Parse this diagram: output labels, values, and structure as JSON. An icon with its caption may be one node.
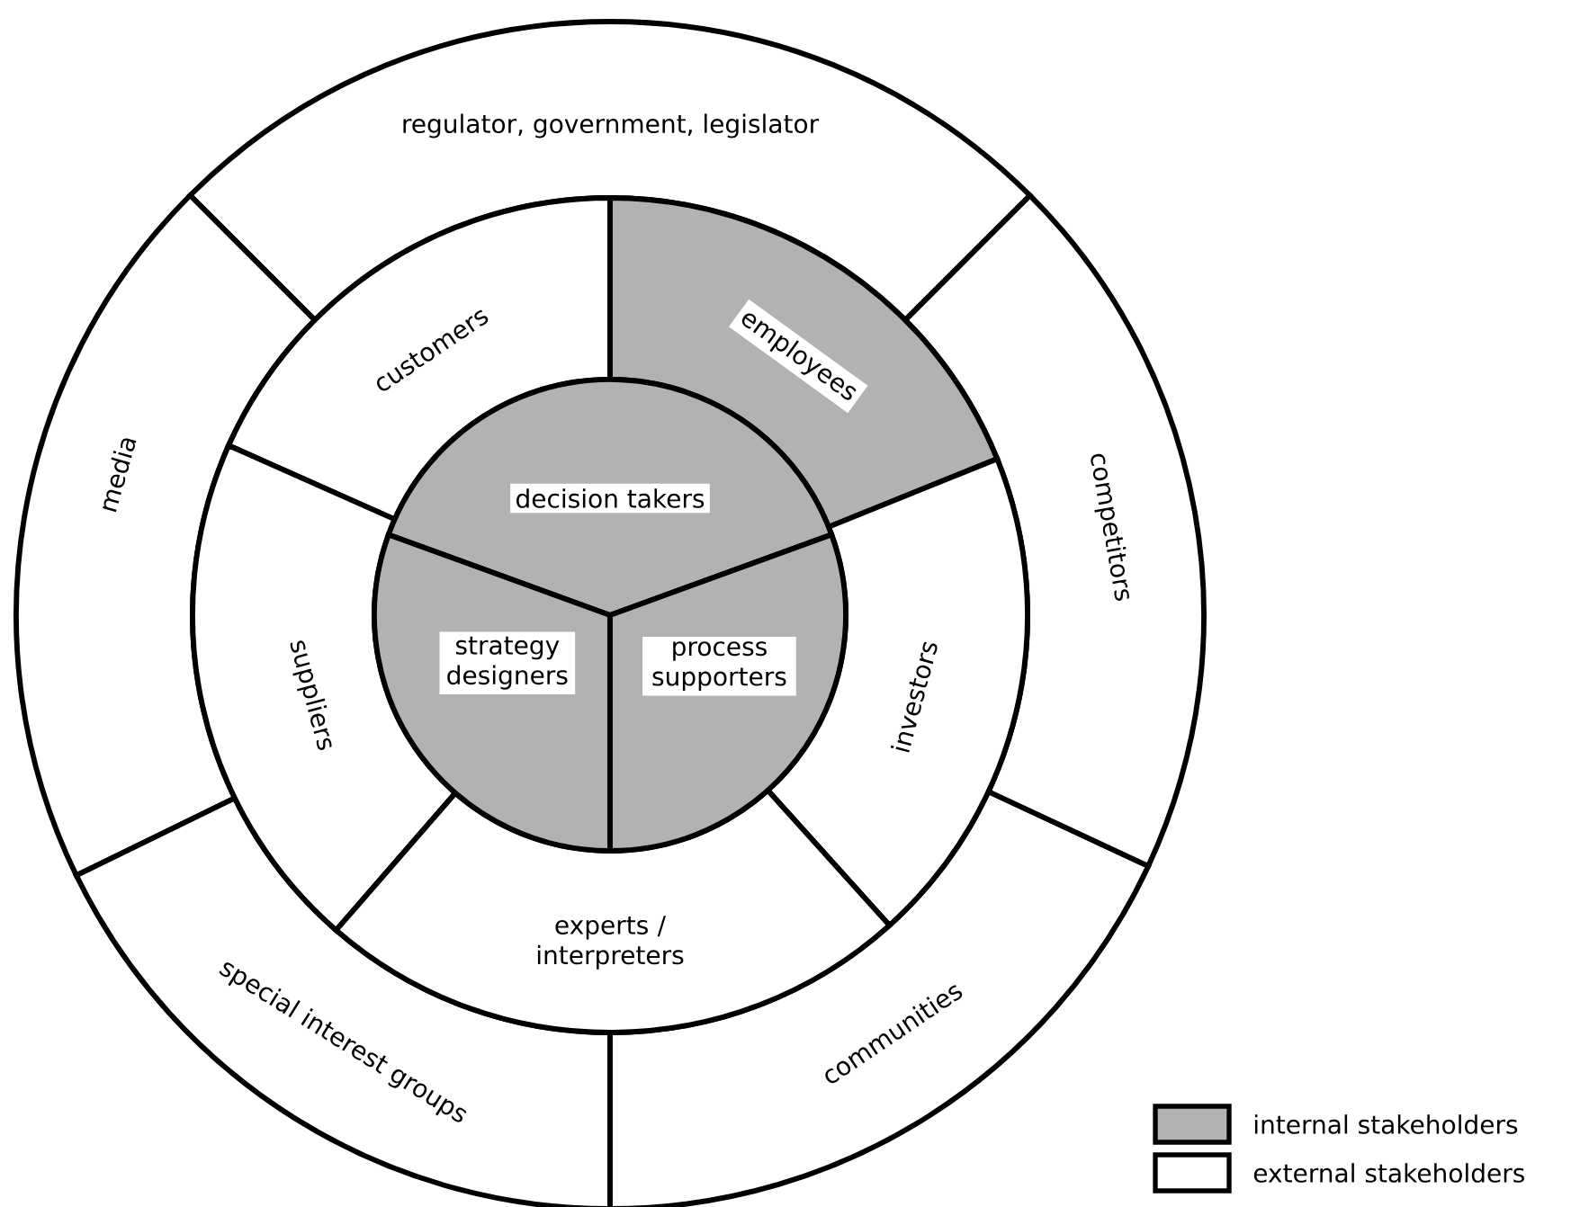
{
  "diagram": {
    "nodes": [
      {
        "text": [
          "regulator, government, legislator"
        ]
      },
      {
        "text": [
          "media"
        ]
      },
      {
        "text": [
          "special interest groups"
        ]
      },
      {
        "text": [
          "communities"
        ]
      },
      {
        "text": [
          "competitors"
        ]
      },
      {
        "text": [
          "customers"
        ]
      },
      {
        "text": [
          "employees"
        ]
      },
      {
        "text": [
          "suppliers"
        ]
      },
      {
        "text": [
          "investors"
        ]
      },
      {
        "text": [
          "experts / interpreters"
        ]
      },
      {
        "text": [
          "decision takers"
        ]
      },
      {
        "text": [
          "strategy designers"
        ]
      },
      {
        "text": [
          "process supporters"
        ]
      }
    ],
    "legend": [
      {
        "text": "internal stakeholders"
      },
      {
        "text": "external stakeholders"
      }
    ]
  }
}
